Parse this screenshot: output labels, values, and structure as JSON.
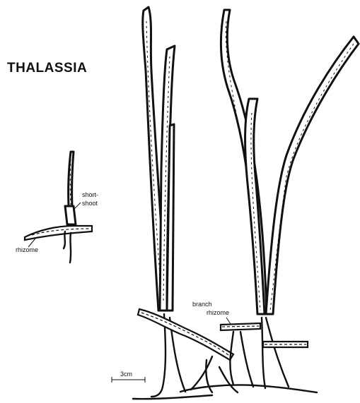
{
  "title": "THALASSIA",
  "labels": {
    "short_shoot": [
      "short-",
      "shoot"
    ],
    "rhizome": "rhizome",
    "branch_rhizome": [
      "branch",
      "rhizome"
    ],
    "scale": "3cm"
  }
}
